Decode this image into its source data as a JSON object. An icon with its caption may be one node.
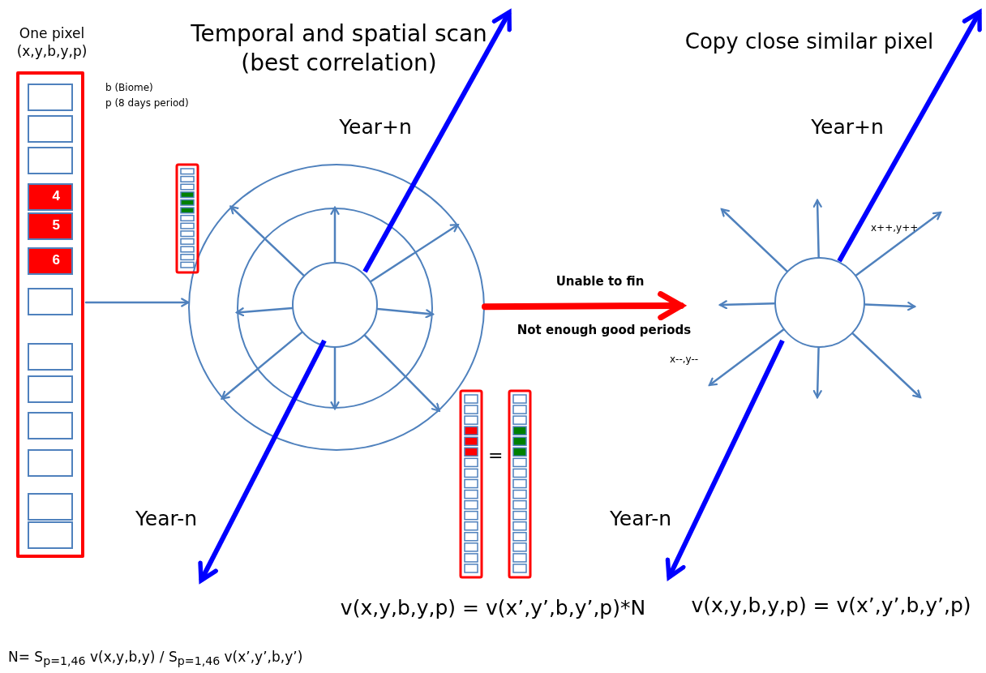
{
  "diagram": {
    "nodes": [
      {
        "text": [
          "One pixel (x,y,b,y,p)"
        ]
      },
      {
        "text": [],
        "shape": "box",
        "in": 0
      },
      {
        "text": [],
        "shape": "box",
        "in": 0
      },
      {
        "text": [],
        "shape": "box",
        "in": 0
      },
      {
        "text": [
          "4"
        ],
        "in": 0
      },
      {
        "text": [
          "5"
        ],
        "in": 0
      },
      {
        "text": [
          "6"
        ],
        "in": 0
      },
      {
        "text": [],
        "shape": "box",
        "in": 0
      },
      {
        "text": [],
        "shape": "box",
        "in": 0
      },
      {
        "text": [],
        "shape": "box",
        "in": 0
      },
      {
        "text": [],
        "shape": "box",
        "in": 0
      },
      {
        "text": [],
        "shape": "box",
        "in": 0
      },
      {
        "text": [],
        "shape": "box",
        "in": 0
      },
      {
        "text": [],
        "shape": "box",
        "in": 0
      },
      {
        "text": [],
        "shape": "circle"
      },
      {
        "text": [],
        "shape": "circle",
        "in": 14
      },
      {
        "text": [],
        "shape": "circle",
        "in": 15
      },
      {
        "text": [],
        "shape": "circle"
      }
    ],
    "edges": [
      {
        "from": 0,
        "to": 14,
        "arrow": "to"
      },
      {
        "from": 16,
        "to": 15,
        "arrow": "to"
      },
      {
        "from": 16,
        "to": 14,
        "arrow": "to"
      },
      {
        "from": 16,
        "to": 14,
        "arrow": "to"
      },
      {
        "from": 16,
        "to": 15,
        "arrow": "to"
      },
      {
        "from": 16,
        "to": 14,
        "arrow": "to"
      },
      {
        "from": 16,
        "to": 15,
        "arrow": "to"
      },
      {
        "from": 16,
        "to": 14,
        "arrow": "to"
      },
      {
        "from": 16,
        "to": 15,
        "arrow": "to"
      },
      {
        "from": 14,
        "to": null,
        "arrow": "to",
        "style": "thick",
        "color": "#ff0000"
      },
      {
        "from": 17,
        "to": null,
        "arrow": "to"
      },
      {
        "from": 17,
        "to": null,
        "arrow": "to"
      },
      {
        "from": 17,
        "to": null,
        "arrow": "to"
      },
      {
        "from": 17,
        "to": null,
        "arrow": "to"
      },
      {
        "from": 17,
        "to": null,
        "arrow": "to"
      },
      {
        "from": 17,
        "to": null,
        "arrow": "to"
      },
      {
        "from": 17,
        "to": null,
        "arrow": "to"
      },
      {
        "from": 17,
        "to": null,
        "arrow": "to"
      }
    ],
    "labels": [
      "Temporal and spatial scan (best correlation)",
      "Copy close similar pixel",
      "b (Biome)",
      "p (8 days period)",
      "Year+n",
      "Year+n",
      "x++,y++",
      "Unable to fin",
      "Not enough good periods",
      "x--,y--",
      "=",
      "Year-n",
      "Year-n",
      "v(x,y,b,y,p) = v(x’,y’,b,y’,p)*N",
      "v(x,y,b,y,p) = v(x’,y’,b,y’,p)",
      "N= S$_{p=1,46}$ v(x,y,b,y) / S$_{p=1,46}$ v(x’,y’,b,y’)"
    ]
  }
}
